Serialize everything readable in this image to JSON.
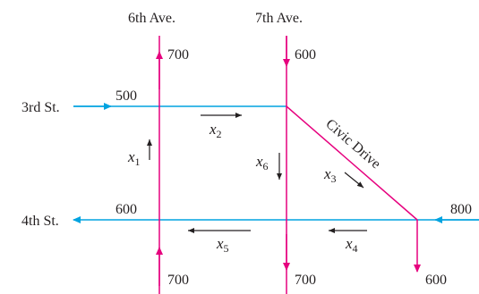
{
  "colors": {
    "avenue": "#e6007e",
    "street": "#00a3e0",
    "ink": "#231f20"
  },
  "avenues": [
    {
      "name": "6th Ave."
    },
    {
      "name": "7th Ave."
    }
  ],
  "streets": [
    {
      "name": "3rd St."
    },
    {
      "name": "4th St."
    }
  ],
  "diagonal": {
    "name": "Civic Drive"
  },
  "flows": {
    "ave6_top": "700",
    "ave7_top": "600",
    "st3_left": "500",
    "st4_left": "600",
    "st4_right": "800",
    "ave6_bottom": "700",
    "ave7_bottom": "700",
    "civic_bottom": "600"
  },
  "variables": [
    {
      "symbol": "x",
      "sub": "1"
    },
    {
      "symbol": "x",
      "sub": "2"
    },
    {
      "symbol": "x",
      "sub": "3"
    },
    {
      "symbol": "x",
      "sub": "4"
    },
    {
      "symbol": "x",
      "sub": "5"
    },
    {
      "symbol": "x",
      "sub": "6"
    }
  ]
}
